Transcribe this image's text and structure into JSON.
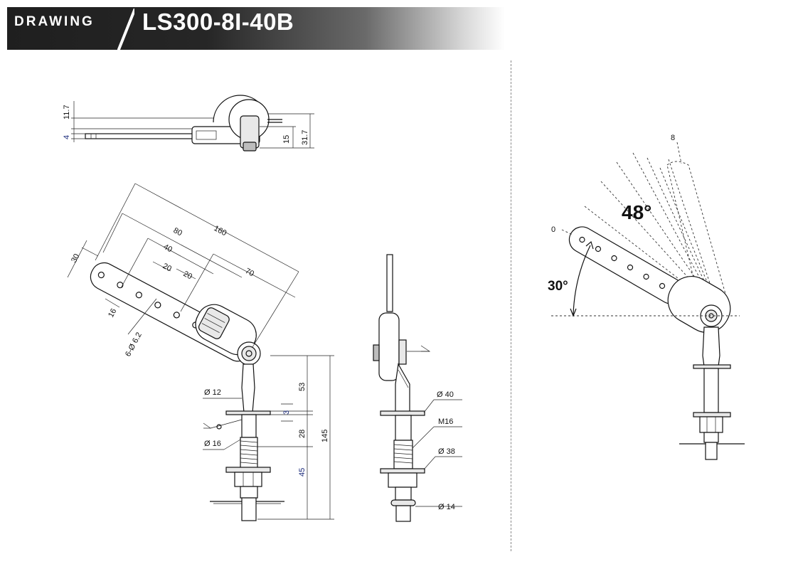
{
  "header": {
    "tag": "DRAWING",
    "title": "LS300-8I-40B"
  },
  "top_view": {
    "dims": [
      "11.7",
      "4",
      "15",
      "31.7"
    ]
  },
  "front_view": {
    "dims": {
      "d160": "160",
      "d80": "80",
      "d40": "40",
      "d20a": "20",
      "d20b": "20",
      "d70": "70",
      "d30": "30",
      "d16": "16",
      "holes": "6-Ø 6.2",
      "d53": "53",
      "d3": "3",
      "d28": "28",
      "d45": "45",
      "d145": "145",
      "dia12": "Ø 12",
      "dia16": "Ø 16"
    }
  },
  "side_view": {
    "dims": {
      "dia40": "Ø 40",
      "m16": "M16",
      "dia38": "Ø 38",
      "dia14": "Ø 14"
    }
  },
  "angle_view": {
    "label_zero": "0",
    "label_eight": "8",
    "angle_large": "48°",
    "angle_small": "30°"
  },
  "colors": {
    "header_dark": "#1f1f1f",
    "dimension_blue": "#1a2a7a"
  }
}
